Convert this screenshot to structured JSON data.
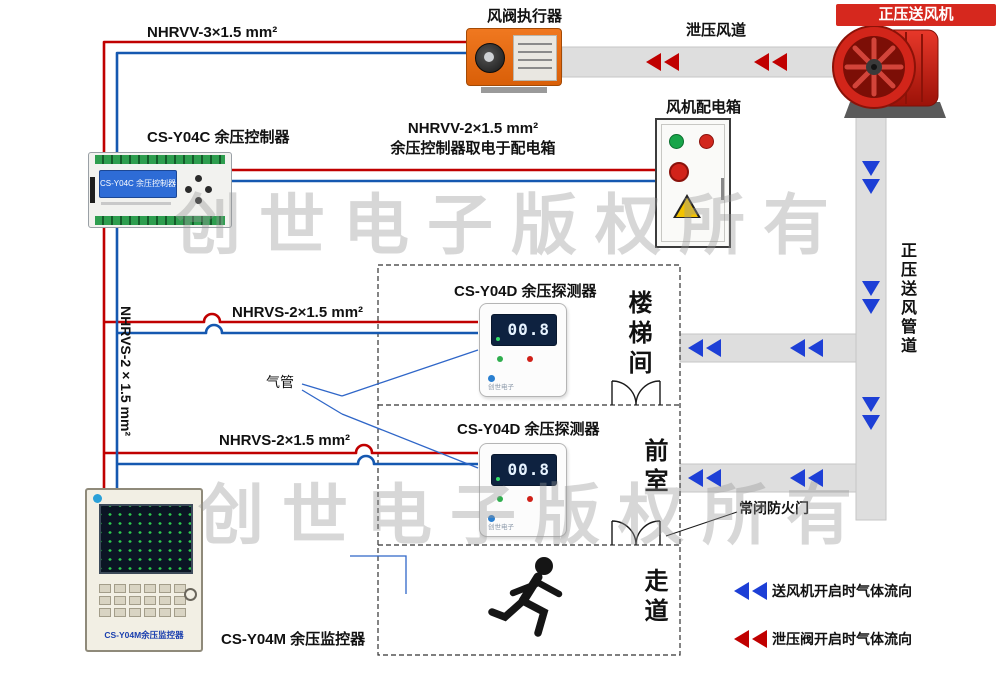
{
  "watermark": "创世电子版权所有",
  "fan": {
    "label": "正压送风机"
  },
  "damper": {
    "label": "风阀执行器"
  },
  "ducts": {
    "relief": "泄压风道",
    "supply": "正压送风管道"
  },
  "wiring": {
    "actuator_cable": "NHRVV-3×1.5 mm²",
    "power_cable": "NHRVV-2×1.5 mm²",
    "power_note": "余压控制器取电于配电箱",
    "riser_cable": "NHRVS-2×1.5 mm²",
    "detector1_cable": "NHRVS-2×1.5 mm²",
    "detector2_cable": "NHRVS-2×1.5 mm²"
  },
  "controller": {
    "label": "CS-Y04C 余压控制器",
    "screen": "CS-Y04C 余压控制器"
  },
  "distribution_box": {
    "label": "风机配电箱"
  },
  "detector1": {
    "label": "CS-Y04D 余压探测器",
    "reading": "00.8",
    "brand": "创世电子"
  },
  "detector2": {
    "label": "CS-Y04D 余压探测器",
    "reading": "00.8",
    "brand": "创世电子"
  },
  "monitor": {
    "panel_label": "CS-Y04M余压监控器",
    "caption": "CS-Y04M 余压监控器"
  },
  "rooms": {
    "stairwell": "楼梯间",
    "anteroom": "前室",
    "corridor": "走道"
  },
  "notes": {
    "air_tube": "气管",
    "fire_door": "常闭防火门"
  },
  "legend": {
    "supply": {
      "text": "送风机开启时气体流向",
      "color": "#1d3fd6"
    },
    "relief": {
      "text": "泄压阀开启时气体流向",
      "color": "#c00000"
    }
  },
  "colors": {
    "wire_red": "#c00000",
    "wire_blue": "#1558b0",
    "duct_gray": "#dedede",
    "arrow_blue": "#1d3fd6",
    "arrow_red": "#c00000",
    "fan_red": "#d6281e",
    "actuator_orange": "#e8700f"
  }
}
